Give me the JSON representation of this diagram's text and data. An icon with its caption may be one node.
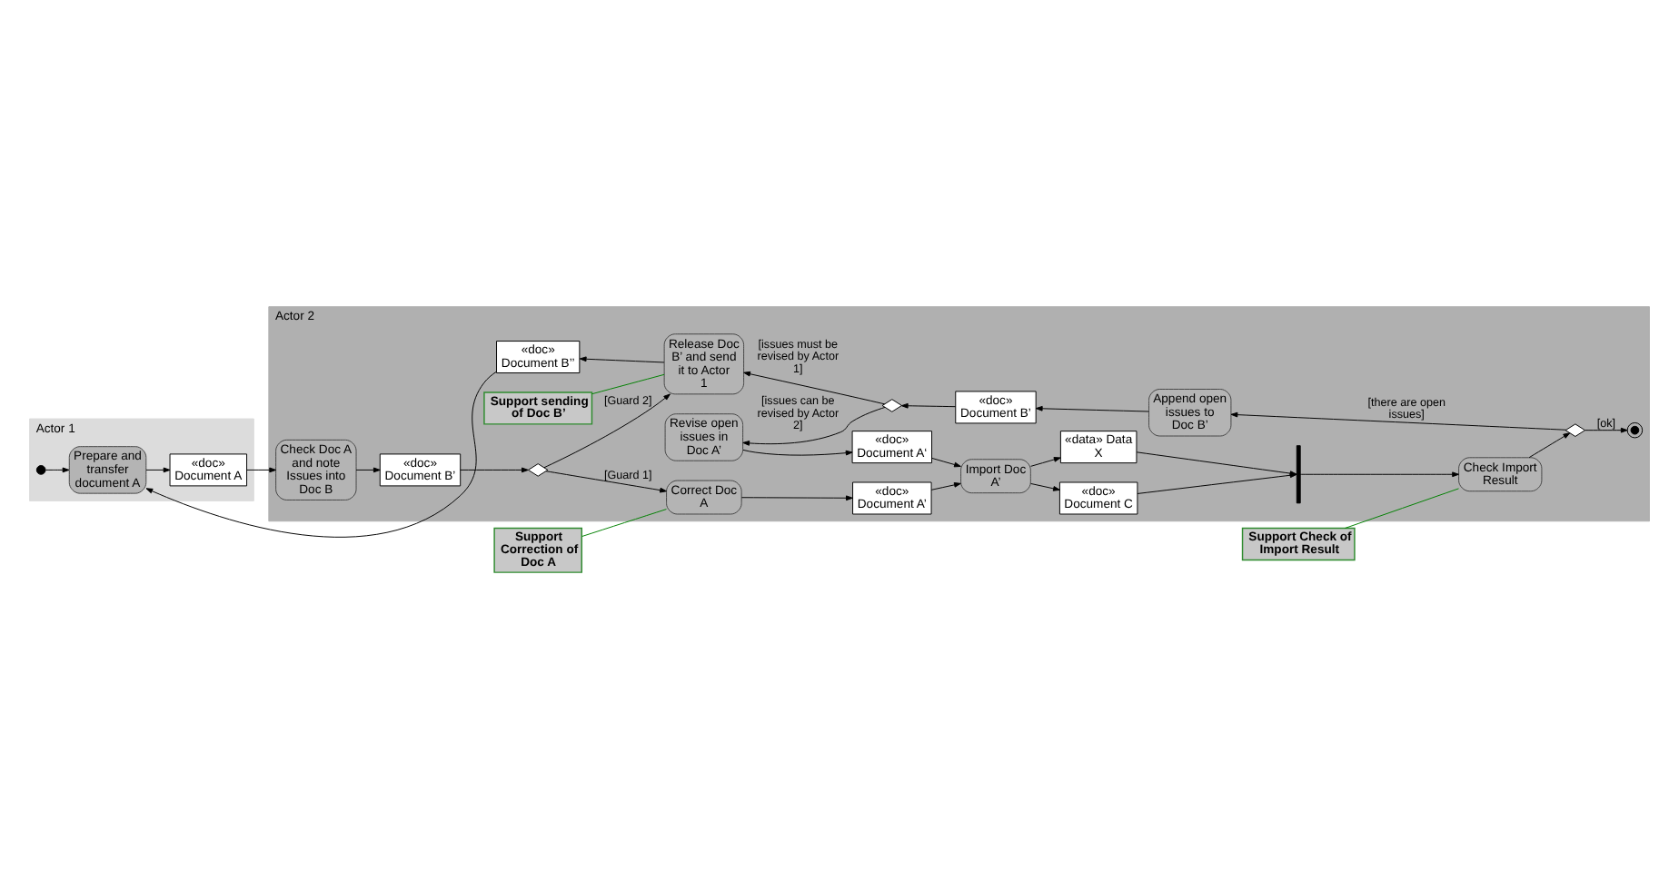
{
  "diagram": {
    "nodes": [
      {
        "text": [
          "Actor 1"
        ]
      },
      {
        "text": [],
        "shape": "circle",
        "in": 0
      },
      {
        "text": [
          "Prepare and transfer document A"
        ],
        "in": 0
      },
      {
        "text": [
          "«doc» Document A"
        ],
        "in": 0
      },
      {
        "text": [
          "Actor 2"
        ]
      },
      {
        "text": [
          "Check Doc A and note Issues into Doc B"
        ],
        "in": 4
      },
      {
        "text": [
          "«doc» Document B’"
        ],
        "in": 4
      },
      {
        "text": [],
        "shape": "diamond",
        "in": 4
      },
      {
        "text": [
          "Support Correction of Doc A"
        ]
      },
      {
        "text": [
          "Correct Doc A"
        ],
        "in": 4
      },
      {
        "text": [
          "«doc» Document A’"
        ],
        "in": 4
      },
      {
        "text": [
          "Import Doc A’"
        ],
        "in": 4
      },
      {
        "text": [
          "«data» Data X"
        ],
        "in": 4
      },
      {
        "text": [
          "«doc» Document C"
        ],
        "in": 4
      },
      {
        "text": [],
        "shape": "bar",
        "in": 4
      },
      {
        "text": [
          "Support Check of Import Result"
        ]
      },
      {
        "text": [
          "Check Import Result"
        ],
        "in": 4
      },
      {
        "text": [],
        "shape": "diamond",
        "in": 4
      },
      {
        "text": [],
        "shape": "circle",
        "in": 4
      },
      {
        "text": [
          "Revise open issues in Doc A’"
        ],
        "in": 4
      },
      {
        "text": [
          "«doc» Document A‘"
        ],
        "in": 4
      },
      {
        "text": [
          "Support sending of Doc B’"
        ],
        "in": 4
      },
      {
        "text": [
          "«doc» Document B’’"
        ],
        "in": 4
      },
      {
        "text": [
          "Release Doc B’ and send it to Actor 1"
        ],
        "in": 4
      },
      {
        "text": [],
        "shape": "diamond",
        "in": 4
      },
      {
        "text": [
          "«doc» Document B’"
        ],
        "in": 4
      },
      {
        "text": [
          "Append open issues to Doc B’"
        ],
        "in": 4
      }
    ],
    "edges": [
      {
        "from": 1,
        "to": 2,
        "arrow": "to"
      },
      {
        "from": 22,
        "to": 2,
        "arrow": "to"
      },
      {
        "from": 2,
        "to": 3,
        "arrow": "to"
      },
      {
        "from": 3,
        "to": 5,
        "arrow": "to"
      },
      {
        "from": 5,
        "to": 6,
        "arrow": "to"
      },
      {
        "from": 6,
        "to": 7,
        "arrow": "to"
      },
      {
        "from": 7,
        "to": 9,
        "arrow": "to",
        "label": "[Guard 1]"
      },
      {
        "from": 7,
        "to": 23,
        "arrow": "to",
        "label": "[Guard 2]"
      },
      {
        "from": 8,
        "to": 9,
        "arrow": "none",
        "color": "#008000"
      },
      {
        "from": 9,
        "to": 10,
        "arrow": "to"
      },
      {
        "from": 10,
        "to": 11,
        "arrow": "to"
      },
      {
        "from": 20,
        "to": 11,
        "arrow": "to"
      },
      {
        "from": 11,
        "to": 12,
        "arrow": "to"
      },
      {
        "from": 11,
        "to": 13,
        "arrow": "to"
      },
      {
        "from": 12,
        "to": 14,
        "arrow": "to"
      },
      {
        "from": 13,
        "to": 14,
        "arrow": "to"
      },
      {
        "from": 14,
        "to": 16,
        "arrow": "to"
      },
      {
        "from": 15,
        "to": 16,
        "arrow": "none",
        "color": "#008000"
      },
      {
        "from": 16,
        "to": 17,
        "arrow": "to"
      },
      {
        "from": 17,
        "to": 18,
        "arrow": "to",
        "label": "[ok]"
      },
      {
        "from": 17,
        "to": 26,
        "arrow": "to",
        "label": "[there are open issues]"
      },
      {
        "from": 26,
        "to": 25,
        "arrow": "to"
      },
      {
        "from": 25,
        "to": 24,
        "arrow": "to"
      },
      {
        "from": 24,
        "to": 19,
        "arrow": "to",
        "label": "[issues can be revised by Actor 2]"
      },
      {
        "from": 24,
        "to": 23,
        "arrow": "to",
        "label": "[issues must be revised by Actor 1]"
      },
      {
        "from": 19,
        "to": 20,
        "arrow": "to"
      },
      {
        "from": 21,
        "to": 23,
        "arrow": "none",
        "color": "#008000"
      },
      {
        "from": 23,
        "to": 22,
        "arrow": "to"
      }
    ]
  }
}
